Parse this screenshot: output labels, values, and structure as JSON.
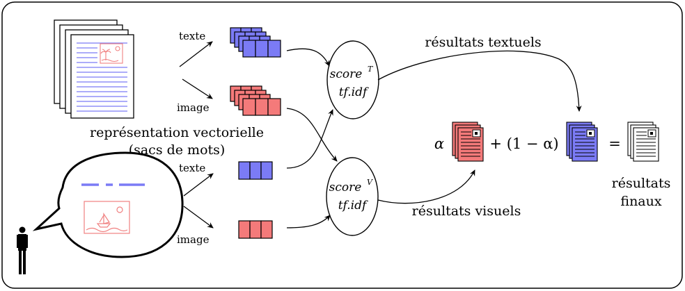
{
  "labels": {
    "texte_top": "texte",
    "image_top": "image",
    "texte_bottom": "texte",
    "image_bottom": "image",
    "representation_line1": "représentation vectorielle",
    "representation_line2": "(sacs de mots)",
    "resultats_textuels": "résultats textuels",
    "resultats_visuels": "résultats visuels",
    "resultats_finaux_line1": "résultats",
    "resultats_finaux_line2": "finaux"
  },
  "nodes": {
    "score_t": {
      "main": "score",
      "sup": "T",
      "sub": "tf.idf"
    },
    "score_v": {
      "main": "score",
      "sup": "V",
      "sub": "tf.idf"
    }
  },
  "formula": {
    "alpha": "α",
    "plus": "+ (1 − α)",
    "equals": "="
  },
  "colors": {
    "text_blue": "#7b7bf5",
    "image_red": "#f47a7a",
    "stroke": "#000000",
    "sketch_red": "#f08080"
  }
}
